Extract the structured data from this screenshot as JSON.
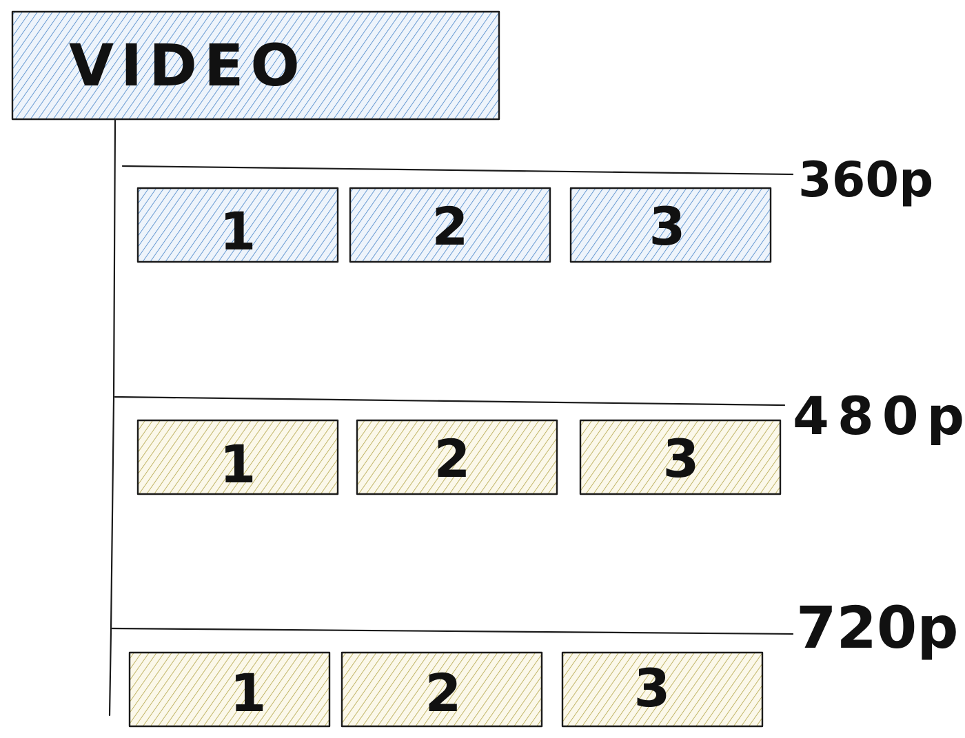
{
  "title": "VIDEO",
  "colors": {
    "video": "#4a86c9",
    "tier_360p": "#4a86c9",
    "tier_480p": "#b4a64a",
    "tier_720p": "#b4a64a",
    "ink": "#111111"
  },
  "tiers": [
    {
      "label": "360p",
      "segments": [
        "1",
        "2",
        "3"
      ]
    },
    {
      "label": "480p",
      "segments": [
        "1",
        "2",
        "3"
      ]
    },
    {
      "label": "720p",
      "segments": [
        "1",
        "2",
        "3"
      ]
    }
  ]
}
